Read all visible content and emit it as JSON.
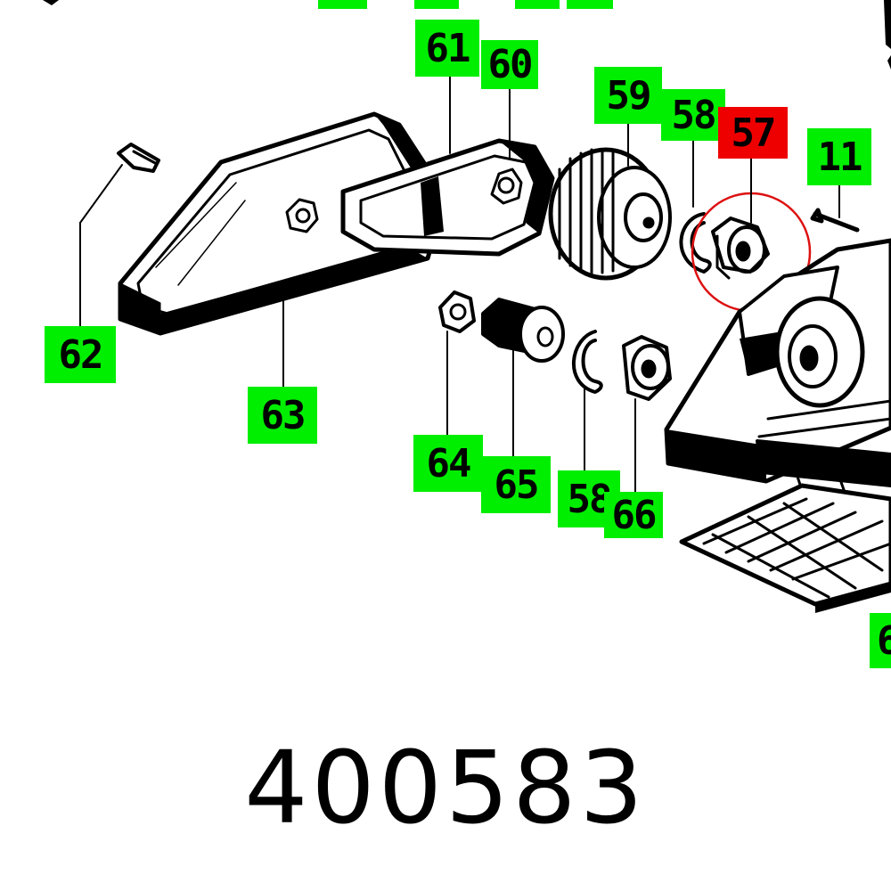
{
  "colors": {
    "label_bg": "#00ee00",
    "label_selected_bg": "#ee0000",
    "highlight_circle": "#dd1111",
    "line_art": "#000000"
  },
  "labels": {
    "l61": "61",
    "l60": "60",
    "l59": "59",
    "l58a": "58",
    "l57": "57",
    "l11": "11",
    "l62": "62",
    "l63": "63",
    "l64": "64",
    "l65": "65",
    "l58b": "58",
    "l66": "66",
    "l_edge": "6"
  },
  "selected_label": "57",
  "part_number": "400583"
}
